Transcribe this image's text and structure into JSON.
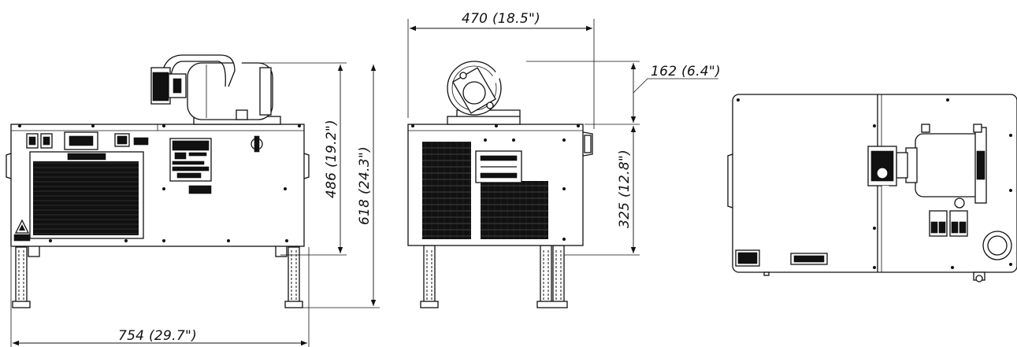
{
  "dimensions": {
    "top_width": "470 (18.5\")",
    "pump_height": "162 (6.4\")",
    "body_height_front": "486 (19.2\")",
    "overall_height": "618 (24.3\")",
    "body_height_side": "325 (12.8\")",
    "overall_width": "754 (29.7\")"
  }
}
